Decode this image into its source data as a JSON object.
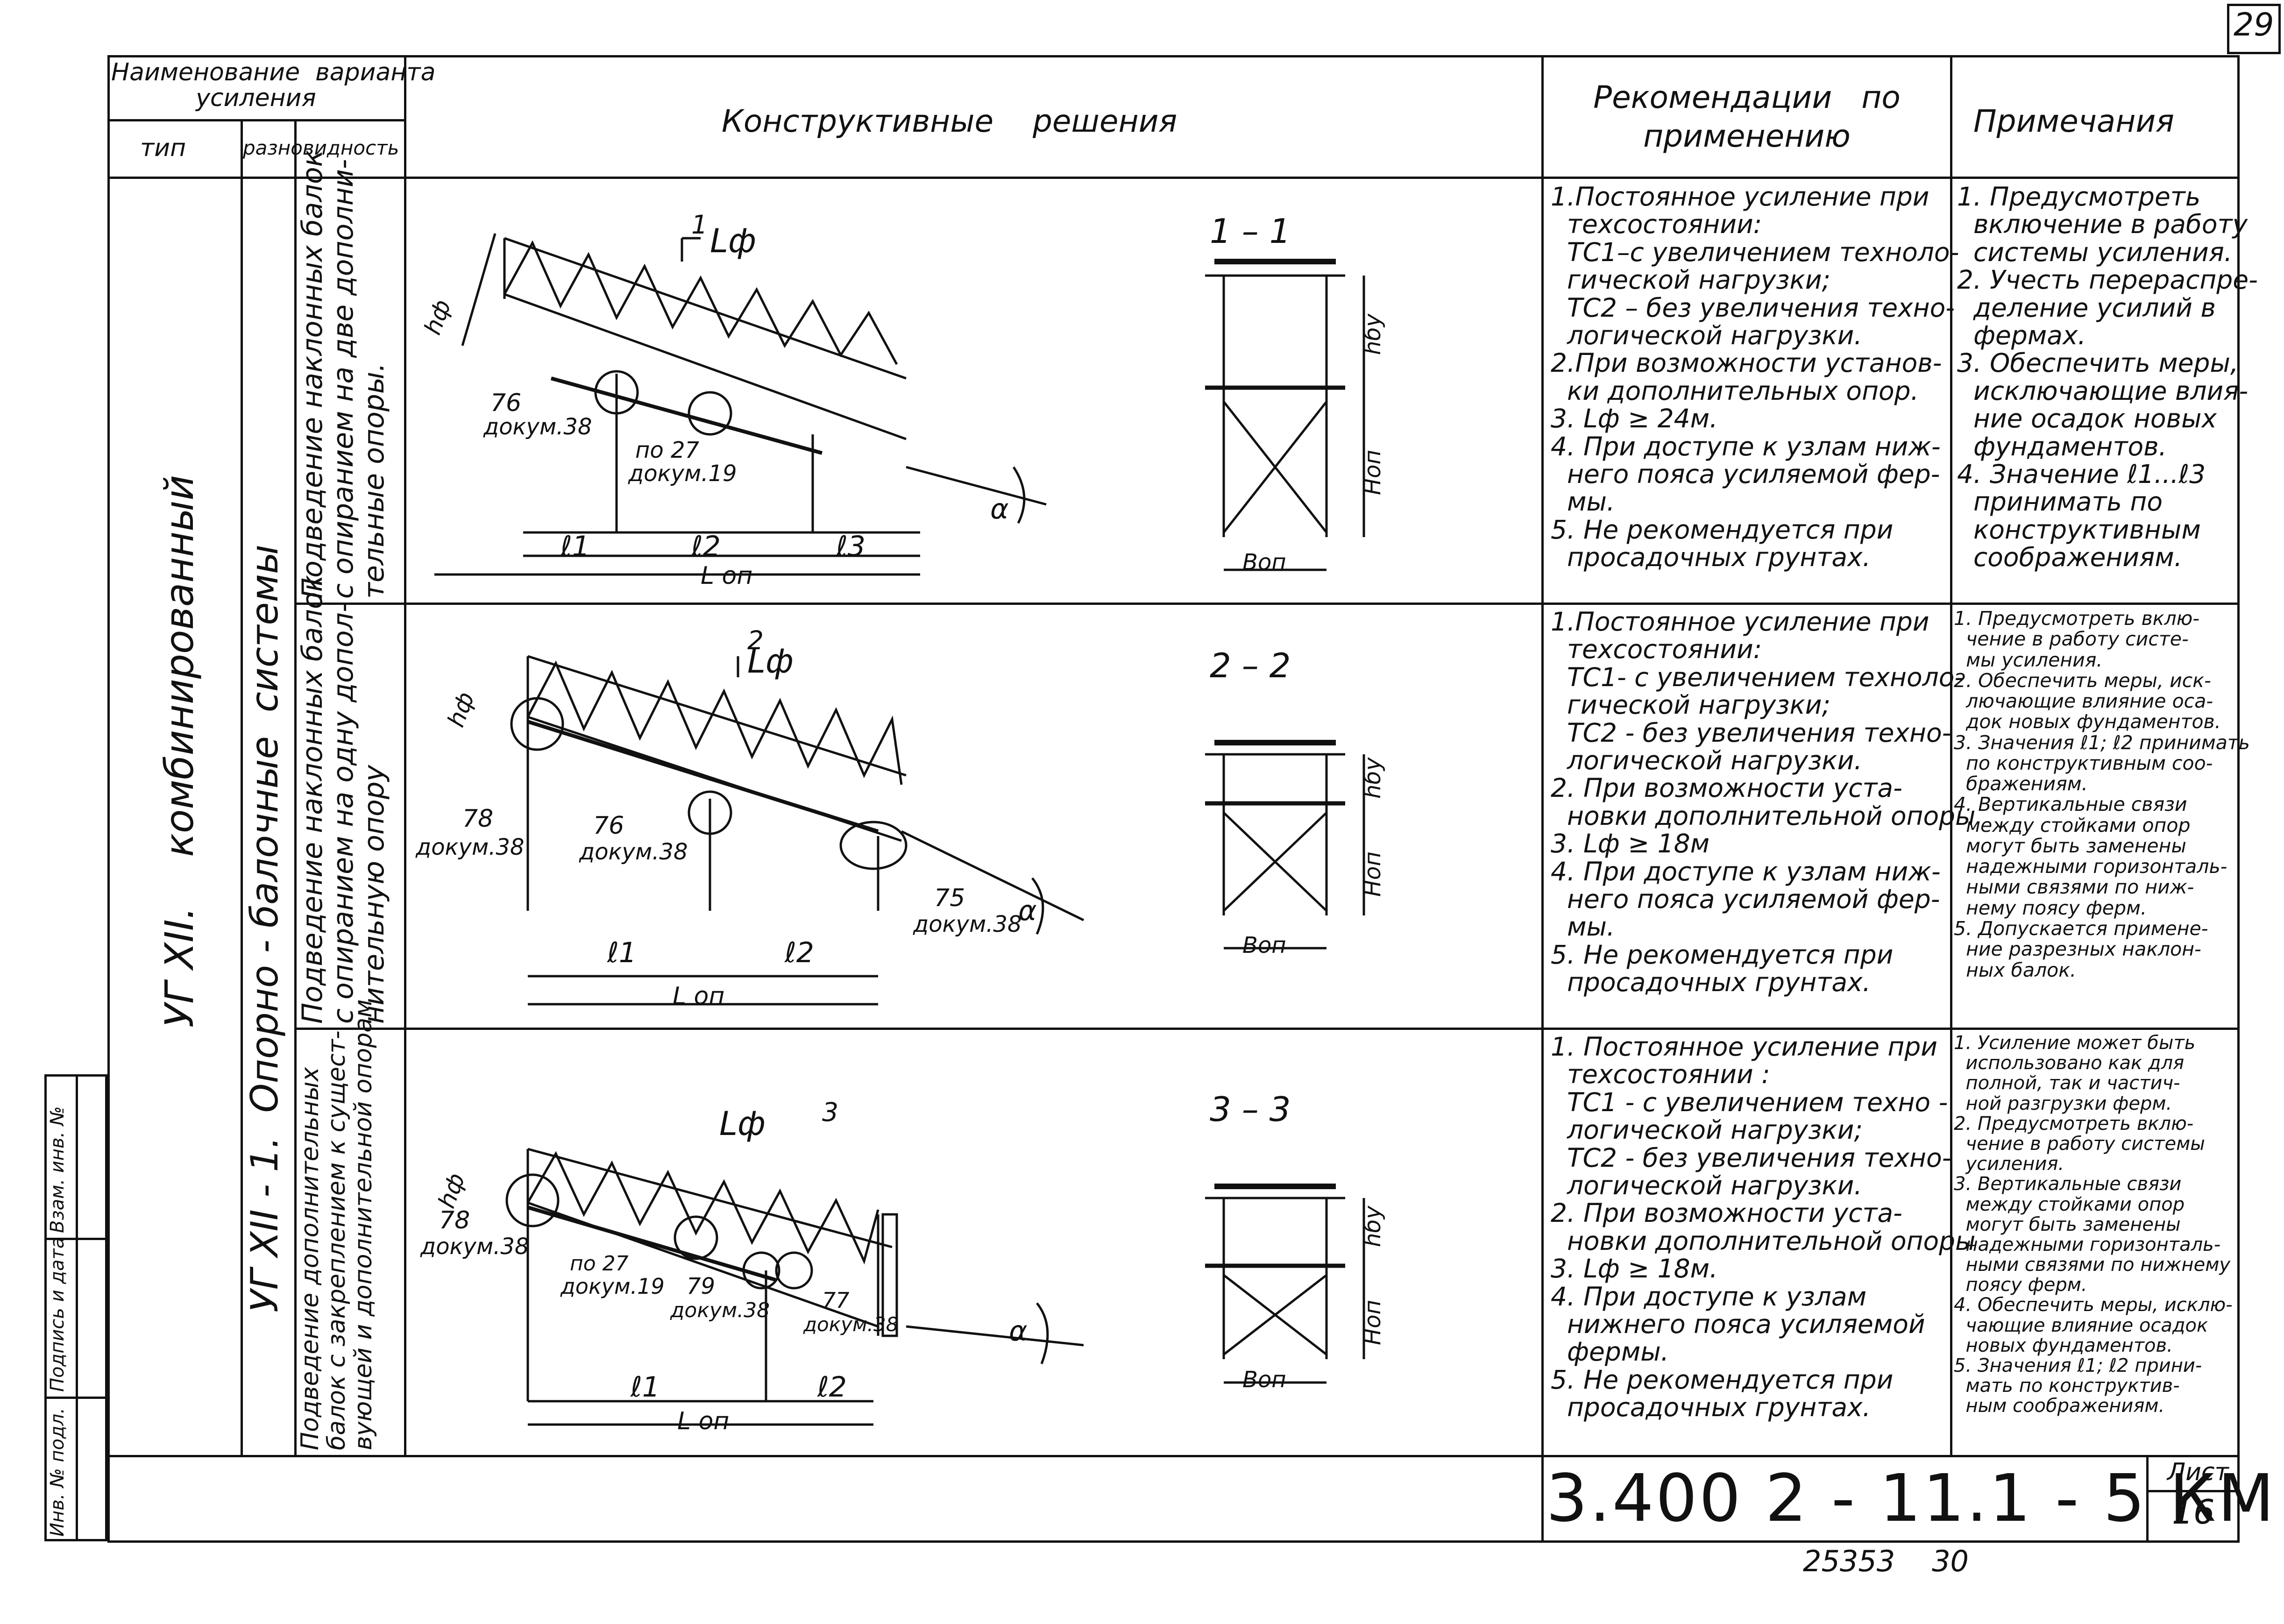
{
  "page_number": "29",
  "header": {
    "variant_name": "Наименование  варианта\nусиления",
    "type": "тип",
    "subtype": "разновидность",
    "solutions": "Конструктивные    решения",
    "recommendations": "Рекомендации   по\nприменению",
    "notes": "Примечания"
  },
  "type_label": "УГ XII.    комбинированный",
  "subtype_label": "УГ XII - 1.  Опорно - балочные  системы",
  "rows": [
    {
      "variant": "Подведение наклонных балок\nс опиранием на две дополни-\nтельные опоры.",
      "section": "1 – 1",
      "section_mark": "1",
      "labels": {
        "lf": "Lф",
        "hf": "hф",
        "ref_a_num": "76",
        "ref_a_doc": "докум.38",
        "ref_b_num": "по 27",
        "ref_b_doc": "докум.19",
        "l1": "ℓ1",
        "l2": "ℓ2",
        "l3": "ℓ3",
        "lop": "L оп",
        "alpha": "α",
        "hbu": "hбу",
        "hop": "Hоп",
        "bop": "Bоп"
      },
      "recommendations": "1.Постоянное усиление при\n  техсостоянии:\n  ТС1–с увеличением техноло-\n  гической нагрузки;\n  ТС2 – без увеличения техно-\n  логической нагрузки.\n2.При возможности установ-\n  ки дополнительных опор.\n3. Lф ≥ 24м.\n4. При доступе к узлам ниж-\n  него пояса усиляемой фер-\n  мы.\n5. Не рекомендуется при\n  просадочных грунтах.",
      "notes": "1. Предусмотреть\n  включение в работу\n  системы усиления.\n2. Учесть перераспре-\n  деление усилий в\n  фермах.\n3. Обеспечить меры,\n  исключающие влия-\n  ние осадок новых\n  фундаментов.\n4. Значение ℓ1...ℓ3\n  принимать по\n  конструктивным\n  соображениям."
    },
    {
      "variant": "Подведение наклонных балок\nс опиранием на одну допол-\nнительную опору",
      "section": "2 – 2",
      "section_mark": "2",
      "labels": {
        "lf": "Lф",
        "hf": "hф",
        "ref_a_num": "78",
        "ref_a_doc": "докум.38",
        "ref_b_num": "76",
        "ref_b_doc": "докум.38",
        "ref_c_num": "75",
        "ref_c_doc": "докум.38",
        "l1": "ℓ1",
        "l2": "ℓ2",
        "lop": "L оп",
        "alpha": "α",
        "hbu": "hбу",
        "hop": "Hоп",
        "bop": "Bоп"
      },
      "recommendations": "1.Постоянное усиление при\n  техсостоянии:\n  ТС1- с увеличением техноло-\n  гической нагрузки;\n  ТС2 - без увеличения техно-\n  логической нагрузки.\n2. При возможности уста-\n  новки дополнительной опоры\n3. Lф ≥ 18м\n4. При доступе к узлам ниж-\n  него пояса усиляемой фер-\n  мы.\n5. Не рекомендуется при\n  просадочных грунтах.",
      "notes": "1. Предусмотреть вклю-\n  чение в работу систе-\n  мы усиления.\n2. Обеспечить меры, иск-\n  лючающие влияние оса-\n  док новых фундаментов.\n3. Значения ℓ1; ℓ2 принимать\n  по конструктивным соо-\n  бражениям.\n4. Вертикальные связи\n  между стойками опор\n  могут быть заменены\n  надежными горизонталь-\n  ными связями по ниж-\n  нему поясу ферм.\n5. Допускается примене-\n  ние разрезных наклон-\n  ных балок."
    },
    {
      "variant": "Подведение дополнительных\nбалок с закреплением к сущест-\nвующей и дополнительной опорам",
      "section": "3 – 3",
      "section_mark": "3",
      "labels": {
        "lf": "Lф",
        "hf": "hф",
        "ref_a_num": "78",
        "ref_a_doc": "докум.38",
        "ref_b_num": "по 27",
        "ref_b_doc": "докум.19",
        "ref_c_num": "79",
        "ref_c_doc": "докум.38",
        "ref_d_num": "77",
        "ref_d_doc": "докум.38",
        "l1": "ℓ1",
        "l2": "ℓ2",
        "lop": "L оп",
        "alpha": "α",
        "hbu": "hбу",
        "hop": "Hоп",
        "bop": "Bоп"
      },
      "recommendations": "1. Постоянное усиление при\n  техсостоянии :\n  ТС1 - с увеличением техно -\n  логической нагрузки;\n  ТС2 - без увеличения техно-\n  логической нагрузки.\n2. При возможности уста-\n  новки дополнительной опоры\n3. Lф ≥ 18м.\n4. При доступе к узлам\n  нижнего пояса усиляемой\n  фермы.\n5. Не рекомендуется при\n  просадочных грунтах.",
      "notes": "1. Усиление может быть\n  использовано как для\n  полной, так и частич-\n  ной разгрузки ферм.\n2. Предусмотреть вклю-\n  чение в работу системы\n  усиления.\n3. Вертикальные связи\n  между стойками опор\n  могут быть заменены\n  надежными горизонталь-\n  ными связями по нижнему\n  поясу ферм.\n4. Обеспечить меры, исклю-\n  чающие влияние осадок\n  новых фундаментов.\n5. Значения ℓ1; ℓ2 прини-\n  мать по конструктив-\n  ным соображениям."
    }
  ],
  "side_stamp": [
    "Инв. № подл.",
    "Подпись и дата",
    "Взам. инв. №"
  ],
  "doc_code": "3.400 2 - 11.1 - 5 КМ",
  "sheet_label": "Лист",
  "sheet_number": "16",
  "bottom_numbers": "25353    30"
}
